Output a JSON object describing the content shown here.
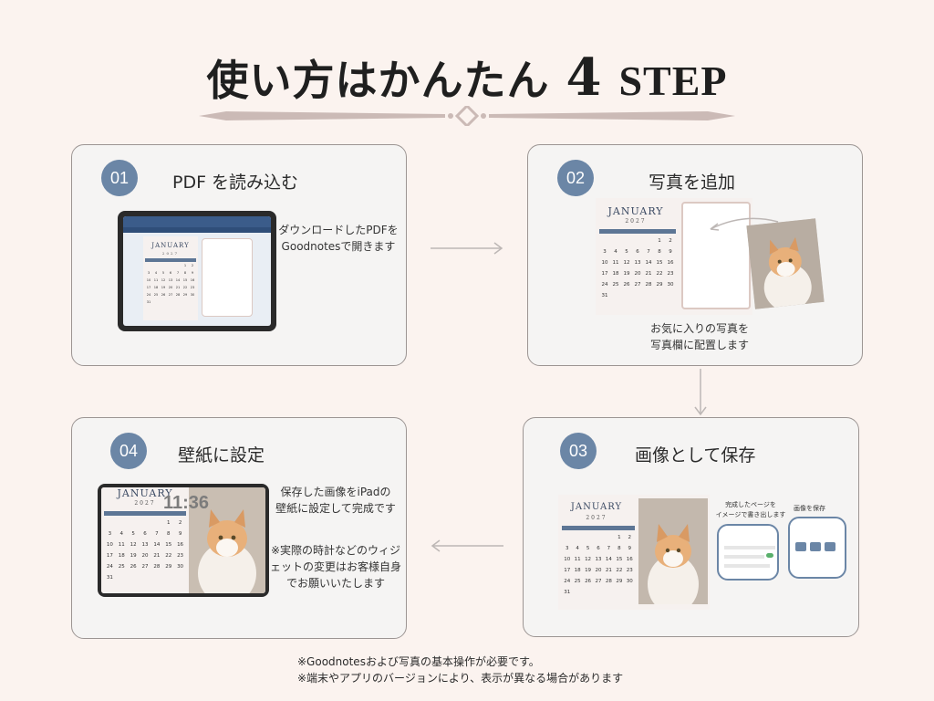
{
  "title": {
    "main": "使い方はかんたん",
    "num": "4",
    "step": "STEP"
  },
  "steps": [
    {
      "num": "01",
      "title": "PDF を読み込む",
      "desc": [
        "ダウンロードしたPDFを",
        "Goodnotesで開きます"
      ]
    },
    {
      "num": "02",
      "title": "写真を追加",
      "desc": [
        "お気に入りの写真を",
        "写真欄に配置します"
      ]
    },
    {
      "num": "03",
      "title": "画像として保存",
      "desc": [
        "完成したページを",
        "イメージで書き出します"
      ],
      "save_label": "画像を保存"
    },
    {
      "num": "04",
      "title": "壁紙に設定",
      "desc": [
        "保存した画像をiPadの",
        "壁紙に設定して完成です"
      ],
      "note": [
        "※実際の時計などのウィジ",
        "ェットの変更はお客様自身",
        "でお願いいたします"
      ],
      "clock": "11:36"
    }
  ],
  "calendar": {
    "month": "JANUARY",
    "year": "2027",
    "days": [
      "",
      "",
      "",
      "",
      "",
      "1",
      "2",
      "3",
      "4",
      "5",
      "6",
      "7",
      "8",
      "9",
      "10",
      "11",
      "12",
      "13",
      "14",
      "15",
      "16",
      "17",
      "18",
      "19",
      "20",
      "21",
      "22",
      "23",
      "24",
      "25",
      "26",
      "27",
      "28",
      "29",
      "30",
      "31",
      "",
      "",
      "",
      "",
      "",
      ""
    ]
  },
  "footer": [
    "※Goodnotesおよび写真の基本操作が必要です。",
    "※端末やアプリのバージョンにより、表示が異なる場合があります"
  ],
  "colors": {
    "badge": "#6b86a6",
    "background": "#fbf3ef",
    "card": "#f5f4f3",
    "calendar_header": "#5d7695"
  }
}
